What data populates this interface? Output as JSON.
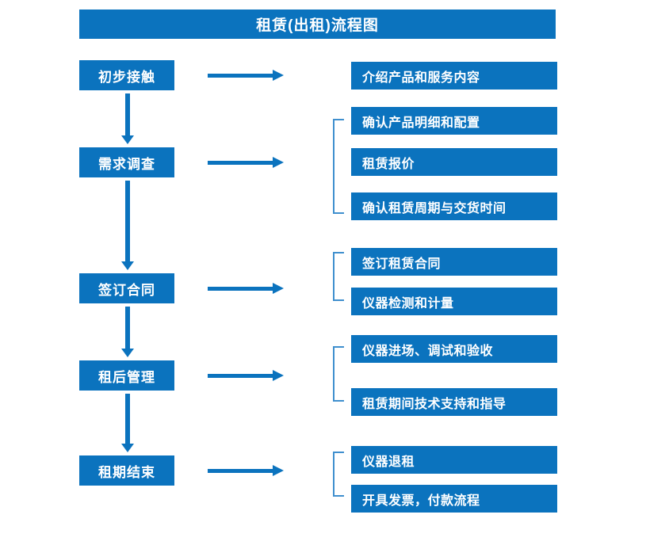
{
  "title": "租赁(出租)流程图",
  "colors": {
    "box_fill": "#0b73be",
    "box_text": "#ffffff",
    "arrow": "#0b73be",
    "bracket": "#3f8fce",
    "background": "#ffffff"
  },
  "stages": [
    {
      "label": "初步接触"
    },
    {
      "label": "需求调查"
    },
    {
      "label": "签订合同"
    },
    {
      "label": "租后管理"
    },
    {
      "label": "租期结束"
    }
  ],
  "details": [
    {
      "label": "介绍产品和服务内容"
    },
    {
      "label": "确认产品明细和配置"
    },
    {
      "label": "租赁报价"
    },
    {
      "label": "确认租赁周期与交货时间"
    },
    {
      "label": "签订租赁合同"
    },
    {
      "label": "仪器检测和计量"
    },
    {
      "label": "仪器进场、调试和验收"
    },
    {
      "label": "租赁期间技术支持和指导"
    },
    {
      "label": "仪器退租"
    },
    {
      "label": "开具发票，付款流程"
    }
  ],
  "chart_data": {
    "type": "diagram",
    "title": "租赁(出租)流程图",
    "diagram_kind": "flowchart",
    "orientation": "vertical-with-branches",
    "nodes": [
      {
        "id": "s1",
        "label": "初步接触",
        "column": "stage",
        "order": 1
      },
      {
        "id": "s2",
        "label": "需求调查",
        "column": "stage",
        "order": 2
      },
      {
        "id": "s3",
        "label": "签订合同",
        "column": "stage",
        "order": 3
      },
      {
        "id": "s4",
        "label": "租后管理",
        "column": "stage",
        "order": 4
      },
      {
        "id": "s5",
        "label": "租期结束",
        "column": "stage",
        "order": 5
      },
      {
        "id": "d1",
        "label": "介绍产品和服务内容",
        "column": "detail",
        "parent": "s1"
      },
      {
        "id": "d2",
        "label": "确认产品明细和配置",
        "column": "detail",
        "parent": "s2"
      },
      {
        "id": "d3",
        "label": "租赁报价",
        "column": "detail",
        "parent": "s2"
      },
      {
        "id": "d4",
        "label": "确认租赁周期与交货时间",
        "column": "detail",
        "parent": "s2"
      },
      {
        "id": "d5",
        "label": "签订租赁合同",
        "column": "detail",
        "parent": "s3"
      },
      {
        "id": "d6",
        "label": "仪器检测和计量",
        "column": "detail",
        "parent": "s3"
      },
      {
        "id": "d7",
        "label": "仪器进场、调试和验收",
        "column": "detail",
        "parent": "s4"
      },
      {
        "id": "d8",
        "label": "租赁期间技术支持和指导",
        "column": "detail",
        "parent": "s4"
      },
      {
        "id": "d9",
        "label": "仪器退租",
        "column": "detail",
        "parent": "s5"
      },
      {
        "id": "d10",
        "label": "开具发票，付款流程",
        "column": "detail",
        "parent": "s5"
      }
    ],
    "edges": [
      {
        "from": "s1",
        "to": "s2",
        "kind": "down-arrow"
      },
      {
        "from": "s2",
        "to": "s3",
        "kind": "down-arrow"
      },
      {
        "from": "s3",
        "to": "s4",
        "kind": "down-arrow"
      },
      {
        "from": "s4",
        "to": "s5",
        "kind": "down-arrow"
      },
      {
        "from": "s1",
        "to": "d1",
        "kind": "right-arrow"
      },
      {
        "from": "s2",
        "to": "d2,d3,d4",
        "kind": "right-arrow-bracket"
      },
      {
        "from": "s3",
        "to": "d5,d6",
        "kind": "right-arrow-bracket"
      },
      {
        "from": "s4",
        "to": "d7,d8",
        "kind": "right-arrow-bracket"
      },
      {
        "from": "s5",
        "to": "d9,d10",
        "kind": "right-arrow-bracket"
      }
    ],
    "groups": [
      {
        "bracket_for": [
          "确认产品明细和配置",
          "租赁报价",
          "确认租赁周期与交货时间"
        ]
      },
      {
        "bracket_for": [
          "签订租赁合同",
          "仪器检测和计量"
        ]
      },
      {
        "bracket_for": [
          "仪器进场、调试和验收",
          "租赁期间技术支持和指导"
        ]
      },
      {
        "bracket_for": [
          "仪器退租",
          "开具发票，付款流程"
        ]
      }
    ]
  }
}
